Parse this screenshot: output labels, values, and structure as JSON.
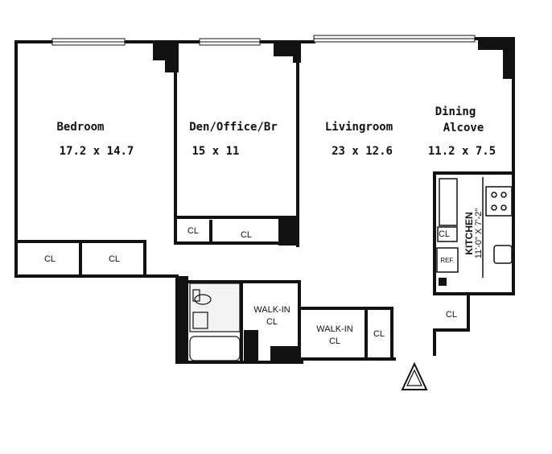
{
  "rooms": {
    "bedroom": {
      "name": "Bedroom",
      "dims": "17.2 x 14.7"
    },
    "den": {
      "name": "Den/Office/Br",
      "dims": "15 x 11"
    },
    "living": {
      "name": "Livingroom",
      "dims": "23 x 12.6"
    },
    "dining": {
      "name_line1": "Dining",
      "name_line2": "Alcove",
      "dims": "11.2 x 7.5"
    },
    "kitchen": {
      "name": "KITCHEN",
      "dims": "11'-0\" X 7'-2\""
    }
  },
  "closets": {
    "cl_label": "CL",
    "walkin_line1": "WALK-IN",
    "walkin_line2": "CL"
  },
  "fixtures": {
    "refrigerator": "REF."
  }
}
